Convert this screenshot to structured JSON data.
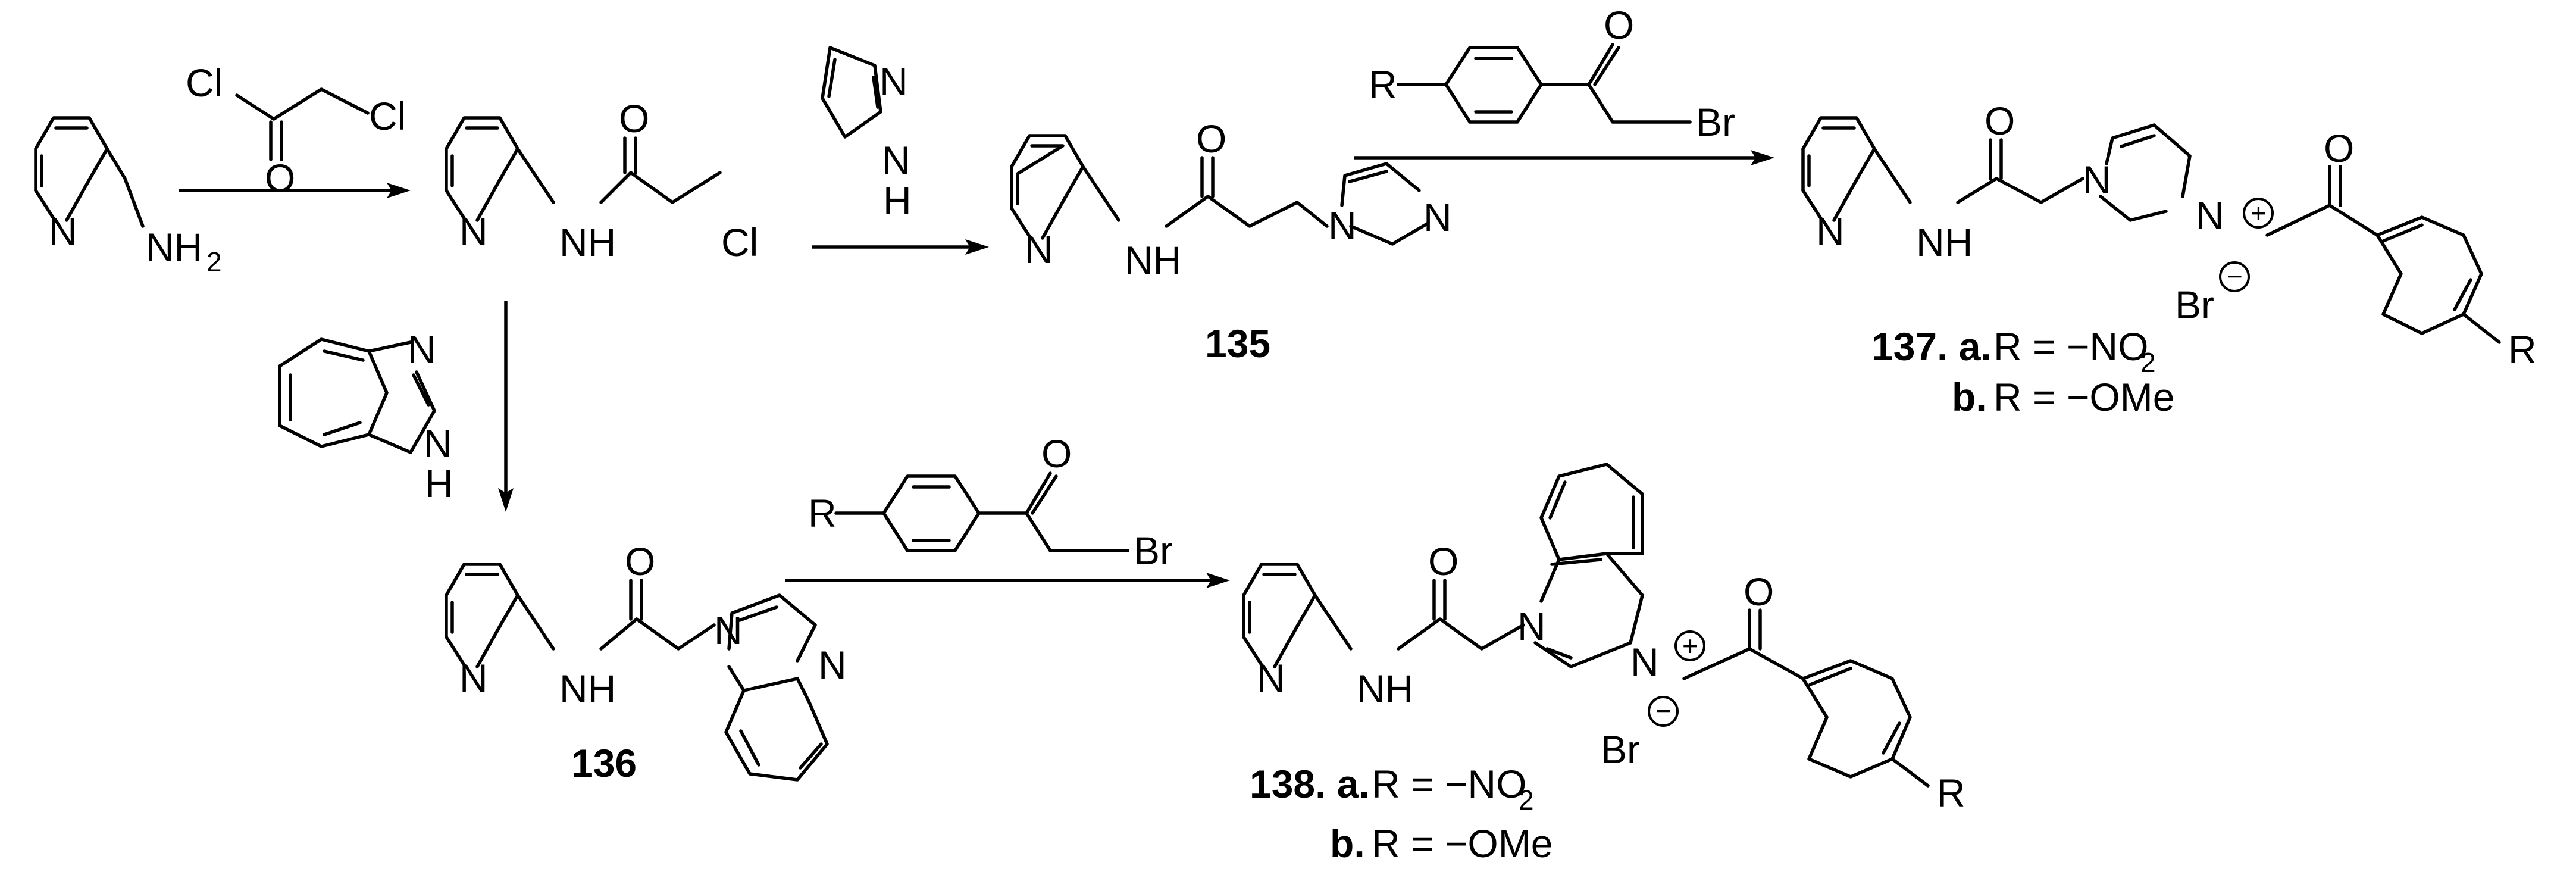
{
  "atoms": {
    "N": "N",
    "H": "H",
    "NH": "NH",
    "O": "O",
    "Cl": "Cl",
    "Br": "Br",
    "R": "R",
    "NH2_main": "NH",
    "NH2_sub": "2"
  },
  "charges": {
    "plus": "+",
    "minus": "−"
  },
  "compounds": {
    "c135": "135",
    "c136": "136",
    "c137_num": "137. a.",
    "c137_a_text": "R = −NO",
    "c137_b_label": "b.",
    "c137_b_text": "R = −OMe",
    "c138_num": "138. a.",
    "c138_a_text": "R = −NO",
    "c138_b_label": "b.",
    "c138_b_text": "R = −OMe",
    "no2_sub": "2"
  }
}
